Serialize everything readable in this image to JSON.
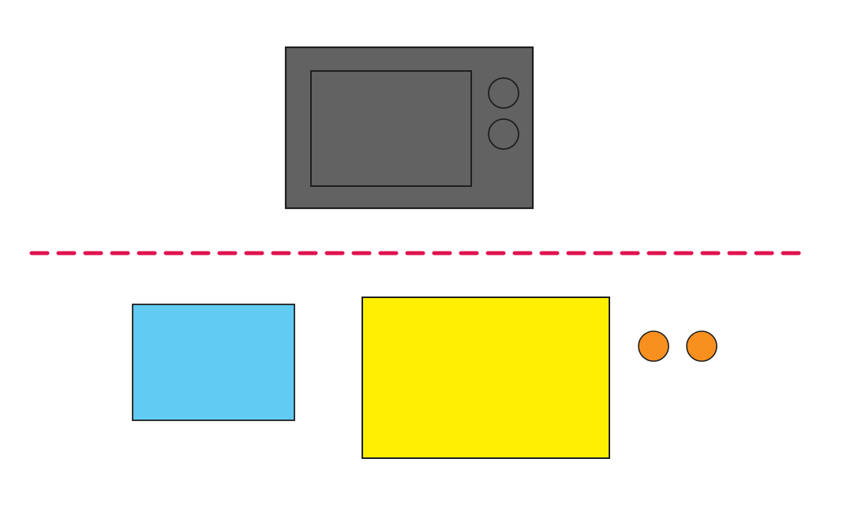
{
  "diagram": {
    "colors": {
      "background": "#ffffff",
      "outline": "#1f1f1f",
      "divider": "#e0124f",
      "device_body": "#626262",
      "device_screen": "#626262",
      "device_knob": "#626262",
      "blue_block": "#62cbf3",
      "yellow_block": "#ffef00",
      "orange_dot": "#f7901e"
    },
    "top": {
      "device": {
        "icon": "microwave-icon",
        "knob_count": 2
      }
    },
    "divider": {
      "style": "dashed"
    },
    "bottom": {
      "blue_block": {
        "shape": "rectangle"
      },
      "yellow_block": {
        "shape": "rectangle"
      },
      "orange_dots": {
        "count": 2
      }
    }
  }
}
